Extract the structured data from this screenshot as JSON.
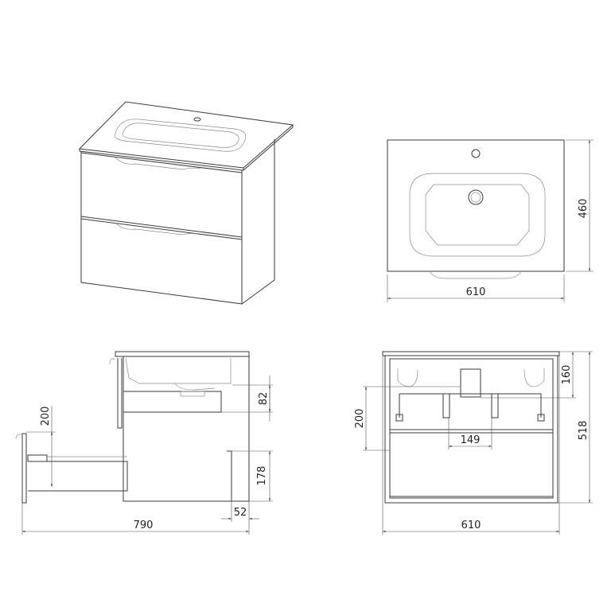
{
  "views": {
    "plan": {
      "width_label": "610",
      "depth_label": "460"
    },
    "side": {
      "drawer_travel_label": "200",
      "siphon_clearance_label": "82",
      "back_cutout_height_label": "178",
      "back_cutout_depth_label": "52",
      "total_depth_label": "790"
    },
    "front": {
      "drawer_height_label": "200",
      "cutout_width_label": "149",
      "top_drawer_label": "160",
      "total_height_label": "518",
      "width_label": "610"
    }
  }
}
